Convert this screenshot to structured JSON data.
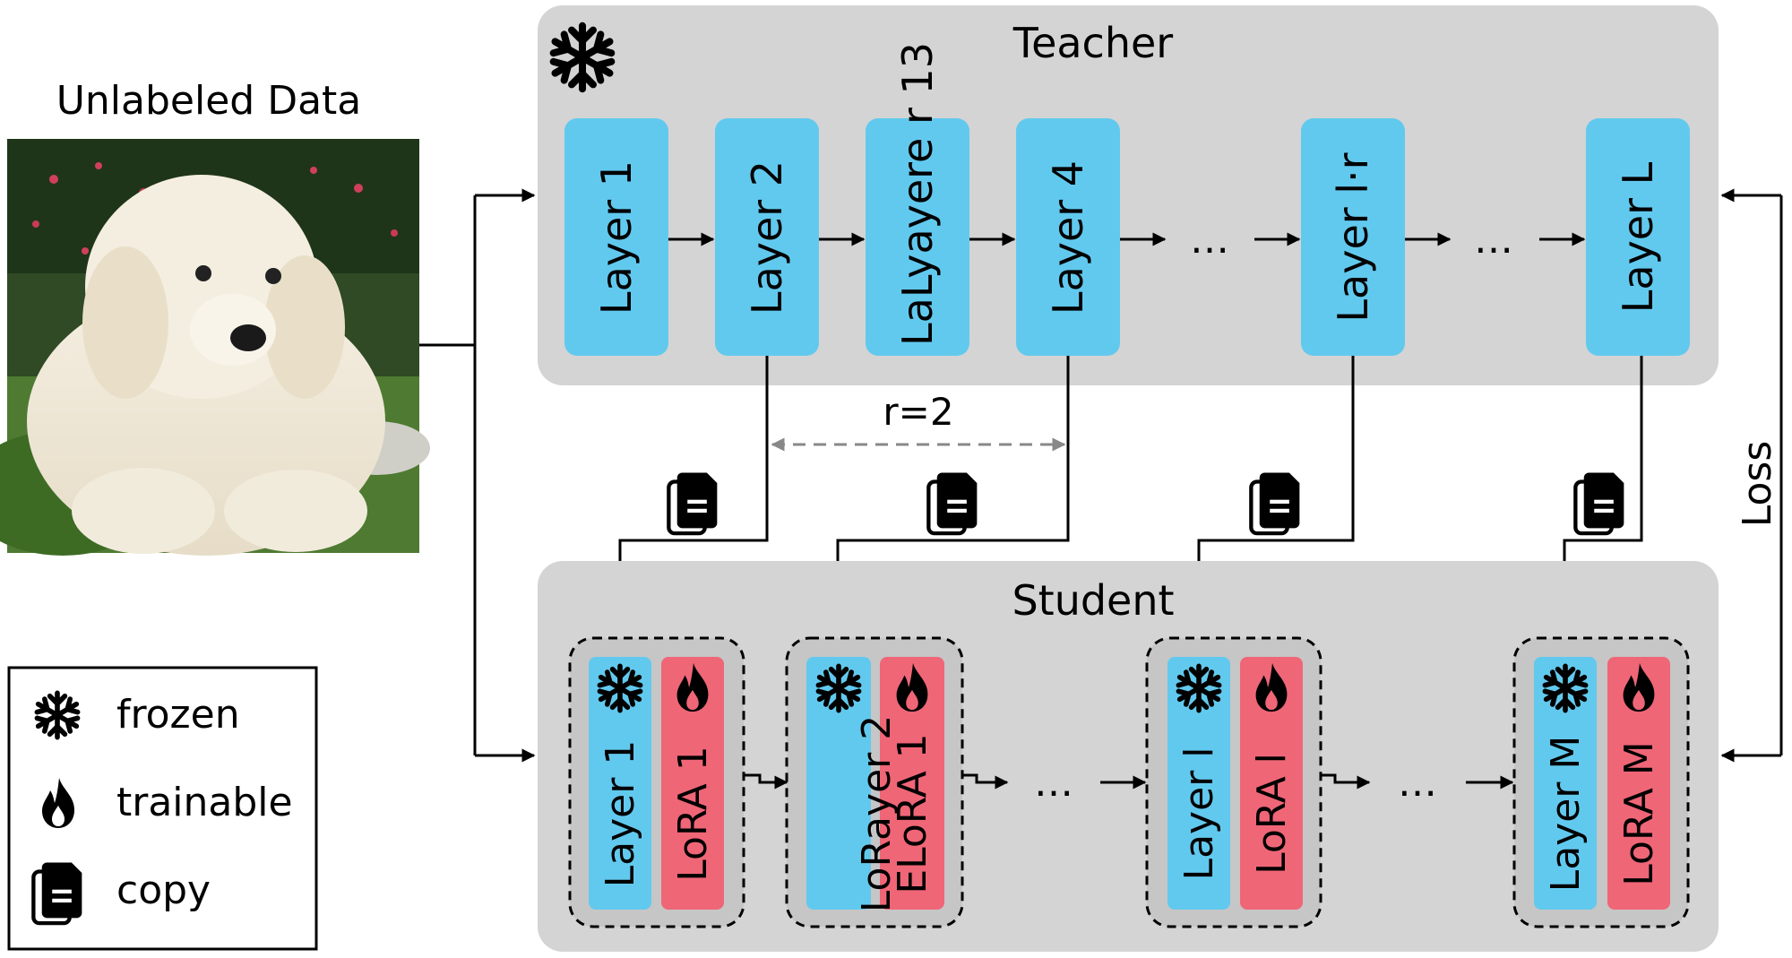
{
  "input": {
    "title": "Unlabeled Data",
    "image_subject": "white golden retriever puppy on grass"
  },
  "teacher": {
    "title": "Teacher",
    "layers": [
      "Layer 1",
      "Layer 2",
      "LaLyayere r 13",
      "Layer 4",
      "Layer l·r",
      "Layer L"
    ],
    "ellipsis": "…"
  },
  "student": {
    "title": "Student",
    "blocks": [
      {
        "layer": "Layer 1",
        "lora": "LoRA 1"
      },
      {
        "layer": "LoRayer 2",
        "lora": "ELoRA 1"
      },
      {
        "layer": "Layer l",
        "lora": "LoRA l"
      },
      {
        "layer": "Layer  M",
        "lora": "LoRA M"
      }
    ],
    "ellipsis": "…"
  },
  "stride_label": "r=2",
  "loss_label": "Loss",
  "legend": {
    "frozen": "frozen",
    "trainable": "trainable",
    "copy": "copy"
  },
  "colors": {
    "panel": "#d4d4d4",
    "layer_blue": "#62c9ee",
    "lora_red": "#ef6677",
    "stride_arrow": "#888888"
  }
}
